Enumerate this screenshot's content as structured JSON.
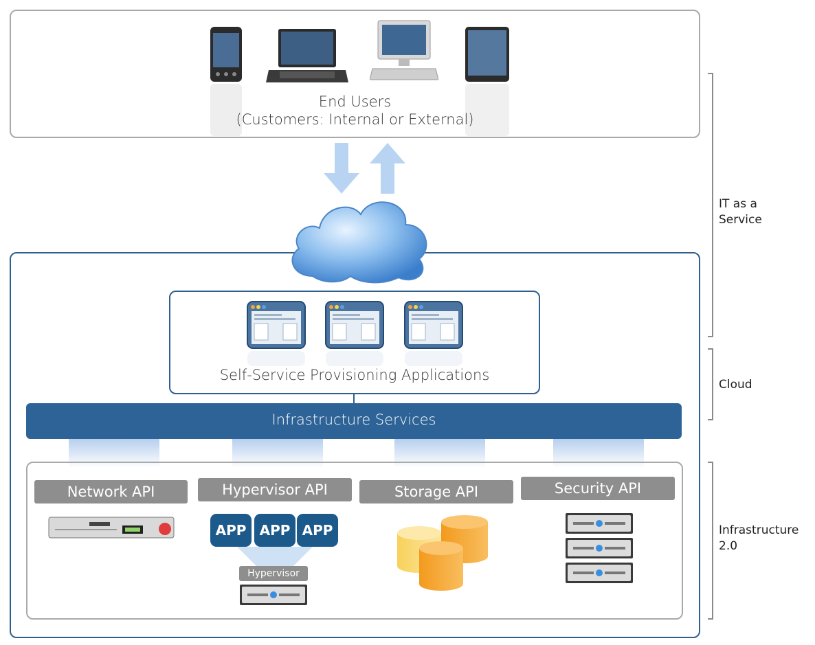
{
  "end_users": {
    "line1": "End Users",
    "line2": "(Customers: Internal or External)"
  },
  "self_service": {
    "label": "Self-Service Provisioning Applications"
  },
  "infrastructure_services": {
    "label": "Infrastructure Services"
  },
  "apis": [
    {
      "label": "Network API"
    },
    {
      "label": "Hypervisor API"
    },
    {
      "label": "Storage API"
    },
    {
      "label": "Security API"
    }
  ],
  "app_icons": [
    "APP",
    "APP",
    "APP"
  ],
  "hypervisor_label": "Hypervisor",
  "side_labels": {
    "it_service_line1": "IT as a",
    "it_service_line2": "Service",
    "cloud": "Cloud",
    "infra_line1": "Infrastructure",
    "infra_line2": "2.0"
  },
  "icons": [
    "phone-icon",
    "laptop-icon",
    "desktop-icon",
    "tablet-icon",
    "cloud-icon",
    "browser-window-icon",
    "network-appliance-icon",
    "server-icon",
    "storage-cylinder-icon"
  ],
  "colors": {
    "bar": "#2d6396",
    "cloud": "#5c9ee0",
    "pill": "#8e8e8e",
    "storage": "#f5a623",
    "app": "#1c5a8c"
  }
}
